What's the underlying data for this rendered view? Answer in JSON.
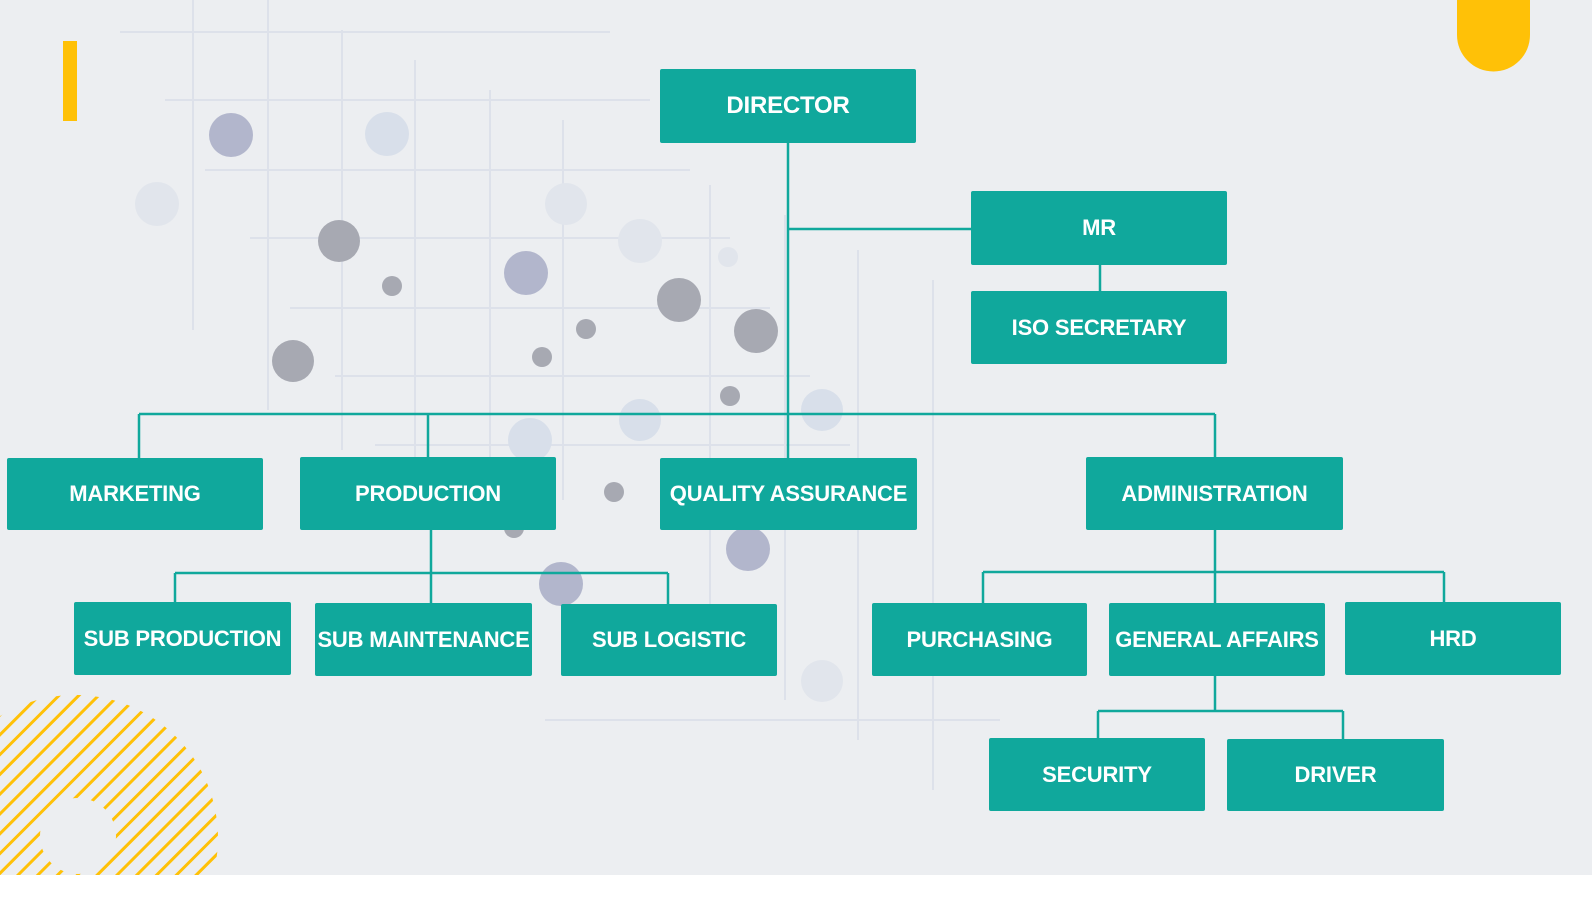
{
  "colors": {
    "box": "#10a89c",
    "line": "#10a89c",
    "accent": "#ffc107",
    "background": "#eceef1"
  },
  "org": {
    "director": "DIRECTOR",
    "mr": "MR",
    "iso_secretary": "ISO SECRETARY",
    "marketing": "MARKETING",
    "production": "PRODUCTION",
    "quality_assurance": "QUALITY ASSURANCE",
    "administration": "ADMINISTRATION",
    "sub_production": "SUB PRODUCTION",
    "sub_maintenance": "SUB MAINTENANCE",
    "sub_logistic": "SUB LOGISTIC",
    "purchasing": "PURCHASING",
    "general_affairs": "GENERAL AFFAIRS",
    "hrd": "HRD",
    "security": "SECURITY",
    "driver": "DRIVER"
  }
}
